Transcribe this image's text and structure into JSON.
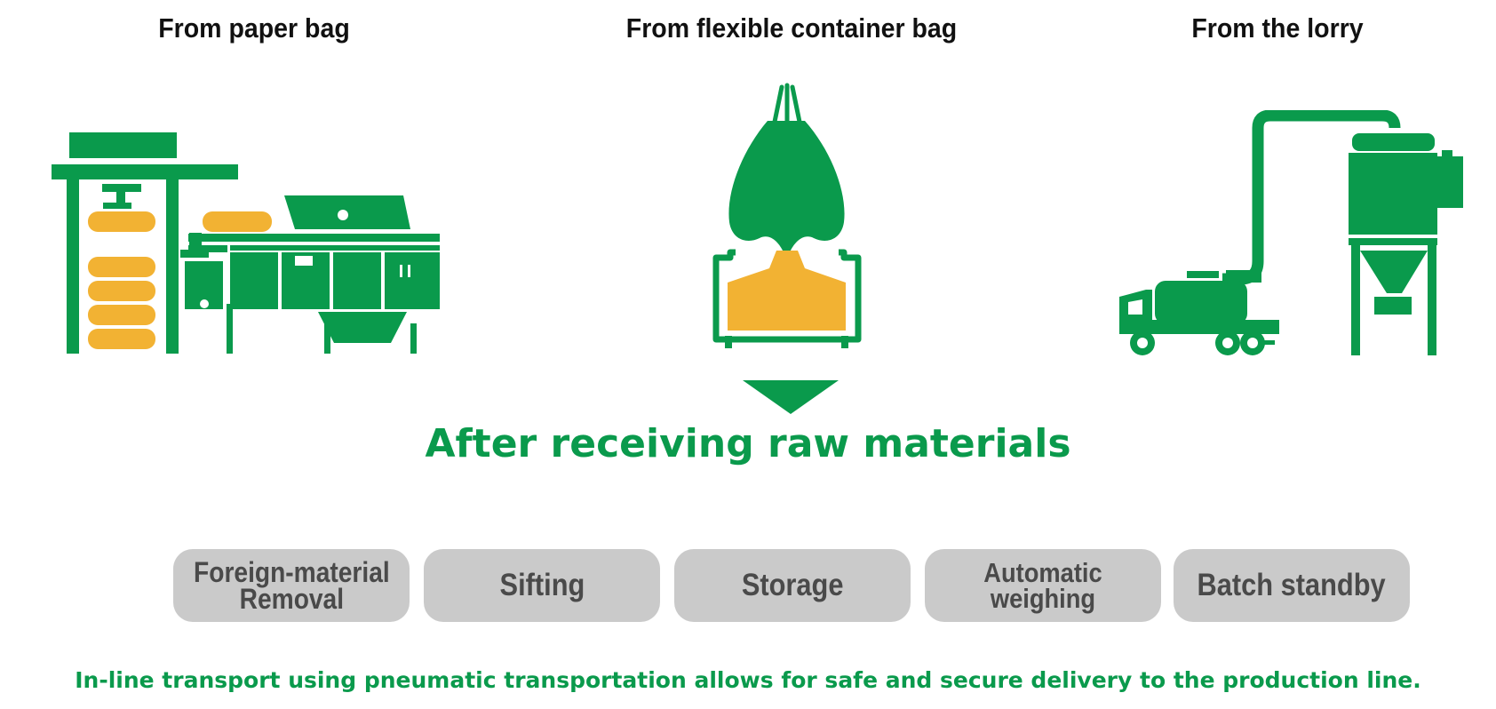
{
  "colors": {
    "green": "#0a9a4c",
    "yellow": "#f2b233",
    "pill_bg": "#cacaca",
    "pill_text": "#4a4a4a"
  },
  "sources": [
    {
      "title": "From paper bag",
      "icon": "paper-bag-line-icon"
    },
    {
      "title": "From flexible container bag",
      "icon": "flexible-container-bag-icon"
    },
    {
      "title": "From the lorry",
      "icon": "lorry-silo-icon"
    }
  ],
  "headline": "After receiving raw materials",
  "steps": [
    {
      "label": "Foreign-material\nRemoval"
    },
    {
      "label": "Sifting"
    },
    {
      "label": "Storage"
    },
    {
      "label": "Automatic weighing"
    },
    {
      "label": "Batch standby"
    }
  ],
  "footer": "In-line transport using pneumatic transportation allows for safe and secure delivery to the production line."
}
